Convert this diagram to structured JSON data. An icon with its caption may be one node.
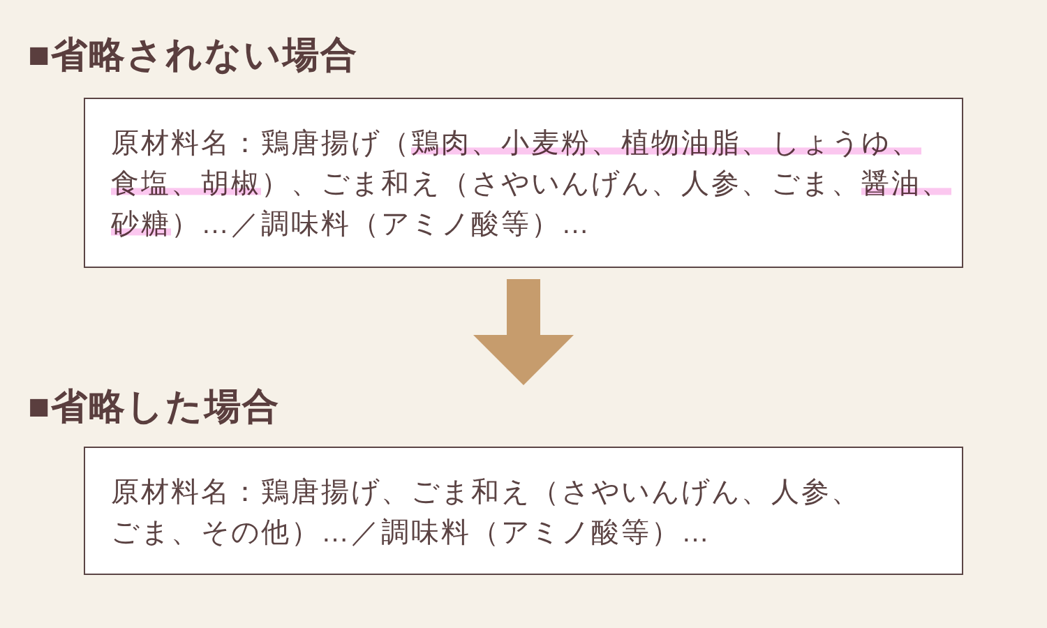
{
  "diagram": {
    "nodes": [
      {
        "text": [
          "■省略されない場合",
          "原材料名：鶏唐揚げ（鶏肉、小麦粉、植物油脂、しょうゆ、食塩、胡椒）、ごま和え（さやいんげん、人参、ごま、醤油、砂糖）…／調味料（アミノ酸等）…"
        ]
      },
      {
        "text": [
          "■省略した場合",
          "原材料名：鶏唐揚げ、ごま和え（さやいんげん、人参、ごま、その他）…／調味料（アミノ酸等）…"
        ]
      }
    ],
    "edges": [
      {
        "from": 0,
        "to": 1,
        "arrow": "to"
      }
    ]
  }
}
